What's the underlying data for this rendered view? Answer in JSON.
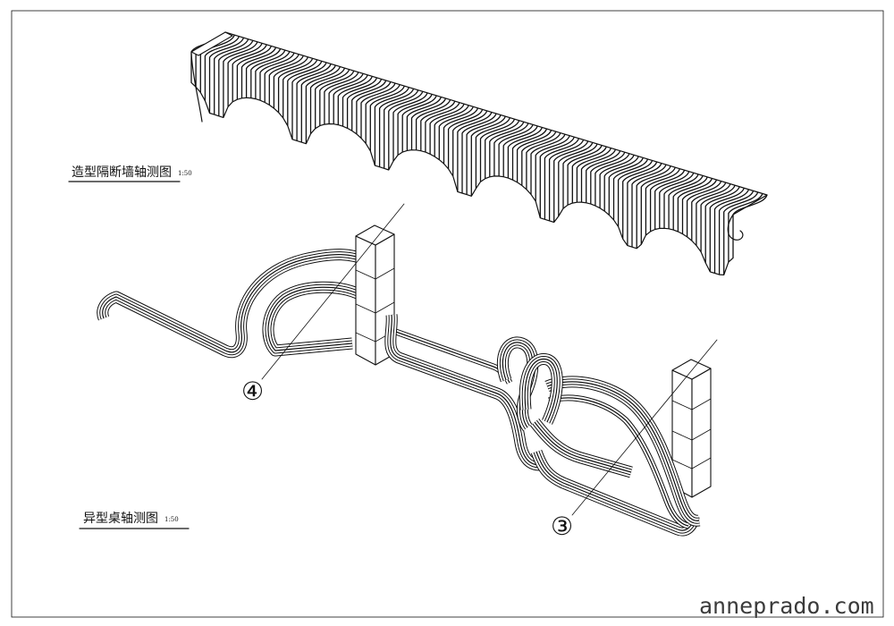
{
  "drawings": {
    "partition_wall": {
      "title": "造型隔断墙轴测图",
      "scale": "1:50"
    },
    "table": {
      "title": "异型桌轴测图",
      "scale": "1:50"
    }
  },
  "callouts": {
    "table_left": "④",
    "table_right": "③"
  },
  "watermark": "anneprado.com",
  "colors": {
    "ink": "#111111",
    "paper": "#ffffff",
    "watermark": "#3b3b3b"
  }
}
